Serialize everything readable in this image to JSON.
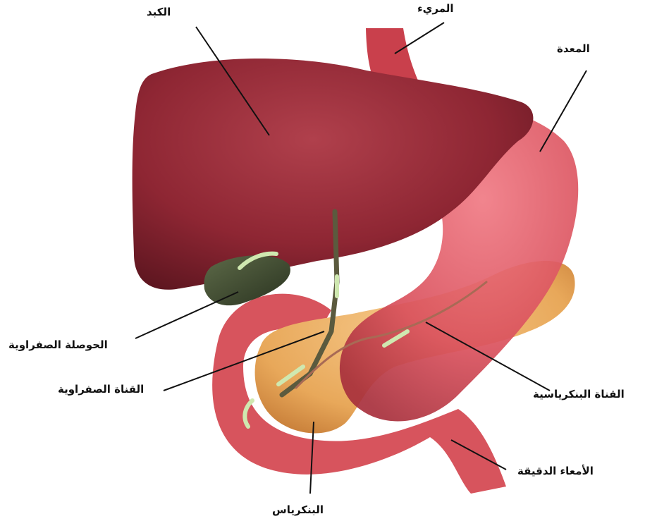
{
  "labels": {
    "liver": "الكبد",
    "esophagus": "المريء",
    "stomach": "المعدة",
    "gallbladder": "الحوصلة الصفراوية",
    "bile_duct": "القناة الصفراوية",
    "pancreatic_duct": "القناة البنكرياسية",
    "small_intestine": "الأمعاء الدقيقة",
    "pancreas": "البنكرياس"
  },
  "colors": {
    "liver": "#8e2633",
    "stomach": "#d9505c",
    "intestine": "#d7545d",
    "pancreas": "#e8a85a",
    "gallbladder": "#3e4a30",
    "arrow": "#cfe8b0",
    "leader_line": "#111111"
  }
}
